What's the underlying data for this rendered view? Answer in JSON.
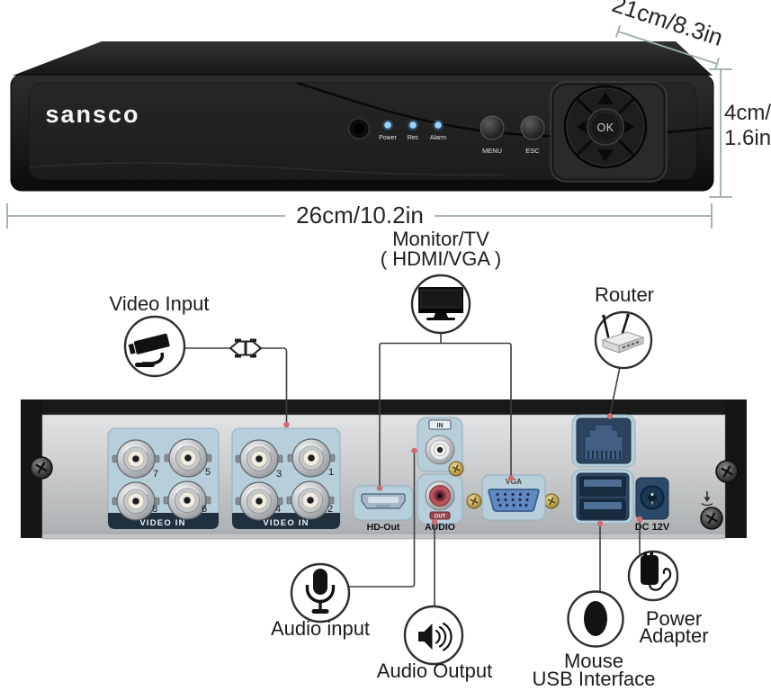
{
  "dimensions": {
    "depth": "21cm/8.3in",
    "height_line1": "4cm/",
    "height_line2": "1.6in",
    "width": "26cm/10.2in"
  },
  "front": {
    "brand": "sansco",
    "leds": [
      "Power",
      "Rec",
      "Alarm"
    ],
    "buttons": [
      "MENU",
      "ESC"
    ],
    "ok": "OK"
  },
  "rear": {
    "bnc_left": {
      "label": "VIDEO IN",
      "numbers": [
        "7",
        "5",
        "8",
        "6"
      ]
    },
    "bnc_right": {
      "label": "VIDEO IN",
      "numbers": [
        "3",
        "1",
        "4",
        "2"
      ]
    },
    "hdmi_label": "HD-Out",
    "audio_in_badge": "IN",
    "audio_out_badge": "OUT",
    "audio_label": "AUDIO",
    "vga_label": "VGA",
    "dc_label": "DC 12V"
  },
  "callouts": {
    "video_input": "Video Input",
    "monitor_line1": "Monitor/TV",
    "monitor_line2": "( HDMI/VGA )",
    "router": "Router",
    "audio_input": "Audio input",
    "audio_output": "Audio Output",
    "mouse_line1": "Mouse",
    "mouse_line2": "USB Interface",
    "power_line1": "Power",
    "power_line2": "Adapter"
  },
  "colors": {
    "accent_red": "#d36b71",
    "led_blue": "#7cc4f7",
    "port_panel_blue": "#b7cedb",
    "port_navy": "#2c4460",
    "chassis_black": "#191919",
    "silver": "#c9cbcc",
    "dim_line": "#9aacae"
  }
}
